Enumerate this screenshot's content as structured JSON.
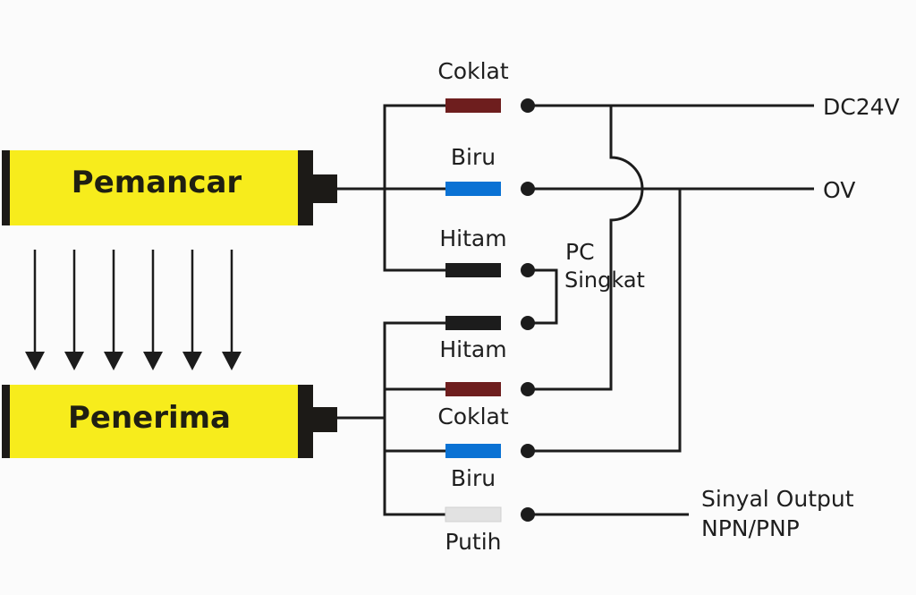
{
  "devices": {
    "emitter": {
      "label": "Pemancar",
      "body_color": "#f7ec1c"
    },
    "receiver": {
      "label": "Penerima",
      "body_color": "#f7ec1c"
    }
  },
  "beam": {
    "arrow_count": 6,
    "direction": "down"
  },
  "wires": {
    "emitter": [
      {
        "label": "Coklat",
        "color": "#6e1e1e"
      },
      {
        "label": "Biru",
        "color": "#0a72d4"
      },
      {
        "label": "Hitam",
        "color": "#1c1c1c"
      }
    ],
    "receiver": [
      {
        "label": "Hitam",
        "color": "#1c1c1c"
      },
      {
        "label": "Coklat",
        "color": "#6e1e1e"
      },
      {
        "label": "Biru",
        "color": "#0a72d4"
      },
      {
        "label": "Putih",
        "color": "#e2e2e2"
      }
    ]
  },
  "terminals": {
    "dc_positive": "DC24V",
    "dc_negative": "OV",
    "short": {
      "line1": "PC",
      "line2": "Singkat"
    },
    "output": {
      "line1": "Sinyal Output",
      "line2": "NPN/PNP"
    }
  }
}
